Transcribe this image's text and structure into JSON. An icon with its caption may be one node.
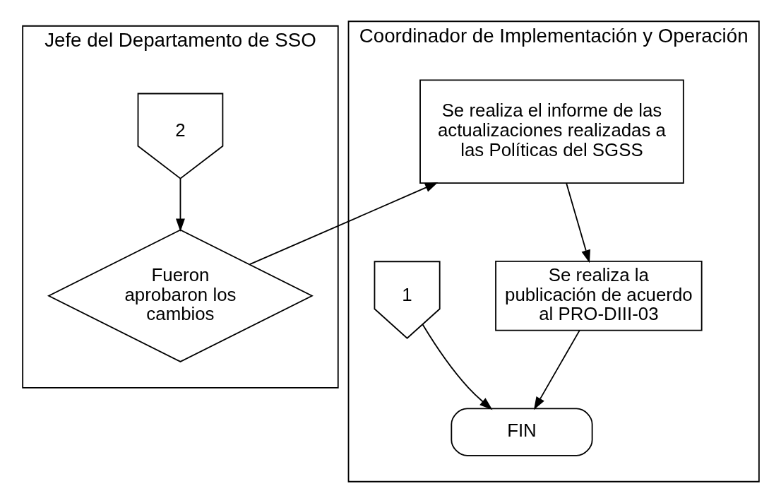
{
  "diagram": {
    "nodes": [
      {
        "text": [
          "Jefe del Departamento de SSO"
        ]
      },
      {
        "text": [
          "Coordinador de Implementación y Operación"
        ]
      },
      {
        "text": [
          "2"
        ],
        "in": 0
      },
      {
        "text": [
          "Fueron aprobaron los cambios"
        ],
        "in": 0
      },
      {
        "text": [
          "Se realiza el informe de las actualizaciones realizadas a las Políticas del SGSS"
        ],
        "in": 1
      },
      {
        "text": [
          "Se realiza la publicación de acuerdo al PRO-DIII-03"
        ],
        "in": 1
      },
      {
        "text": [
          "1"
        ],
        "in": 1
      },
      {
        "text": [
          "FIN"
        ],
        "in": 1
      }
    ],
    "edges": [
      {
        "from": 2,
        "to": 3,
        "arrow": "to"
      },
      {
        "from": 3,
        "to": 4,
        "arrow": "to"
      },
      {
        "from": 4,
        "to": 5,
        "arrow": "to"
      },
      {
        "from": 5,
        "to": 7,
        "arrow": "to"
      },
      {
        "from": 6,
        "to": 7,
        "arrow": "to"
      }
    ]
  }
}
